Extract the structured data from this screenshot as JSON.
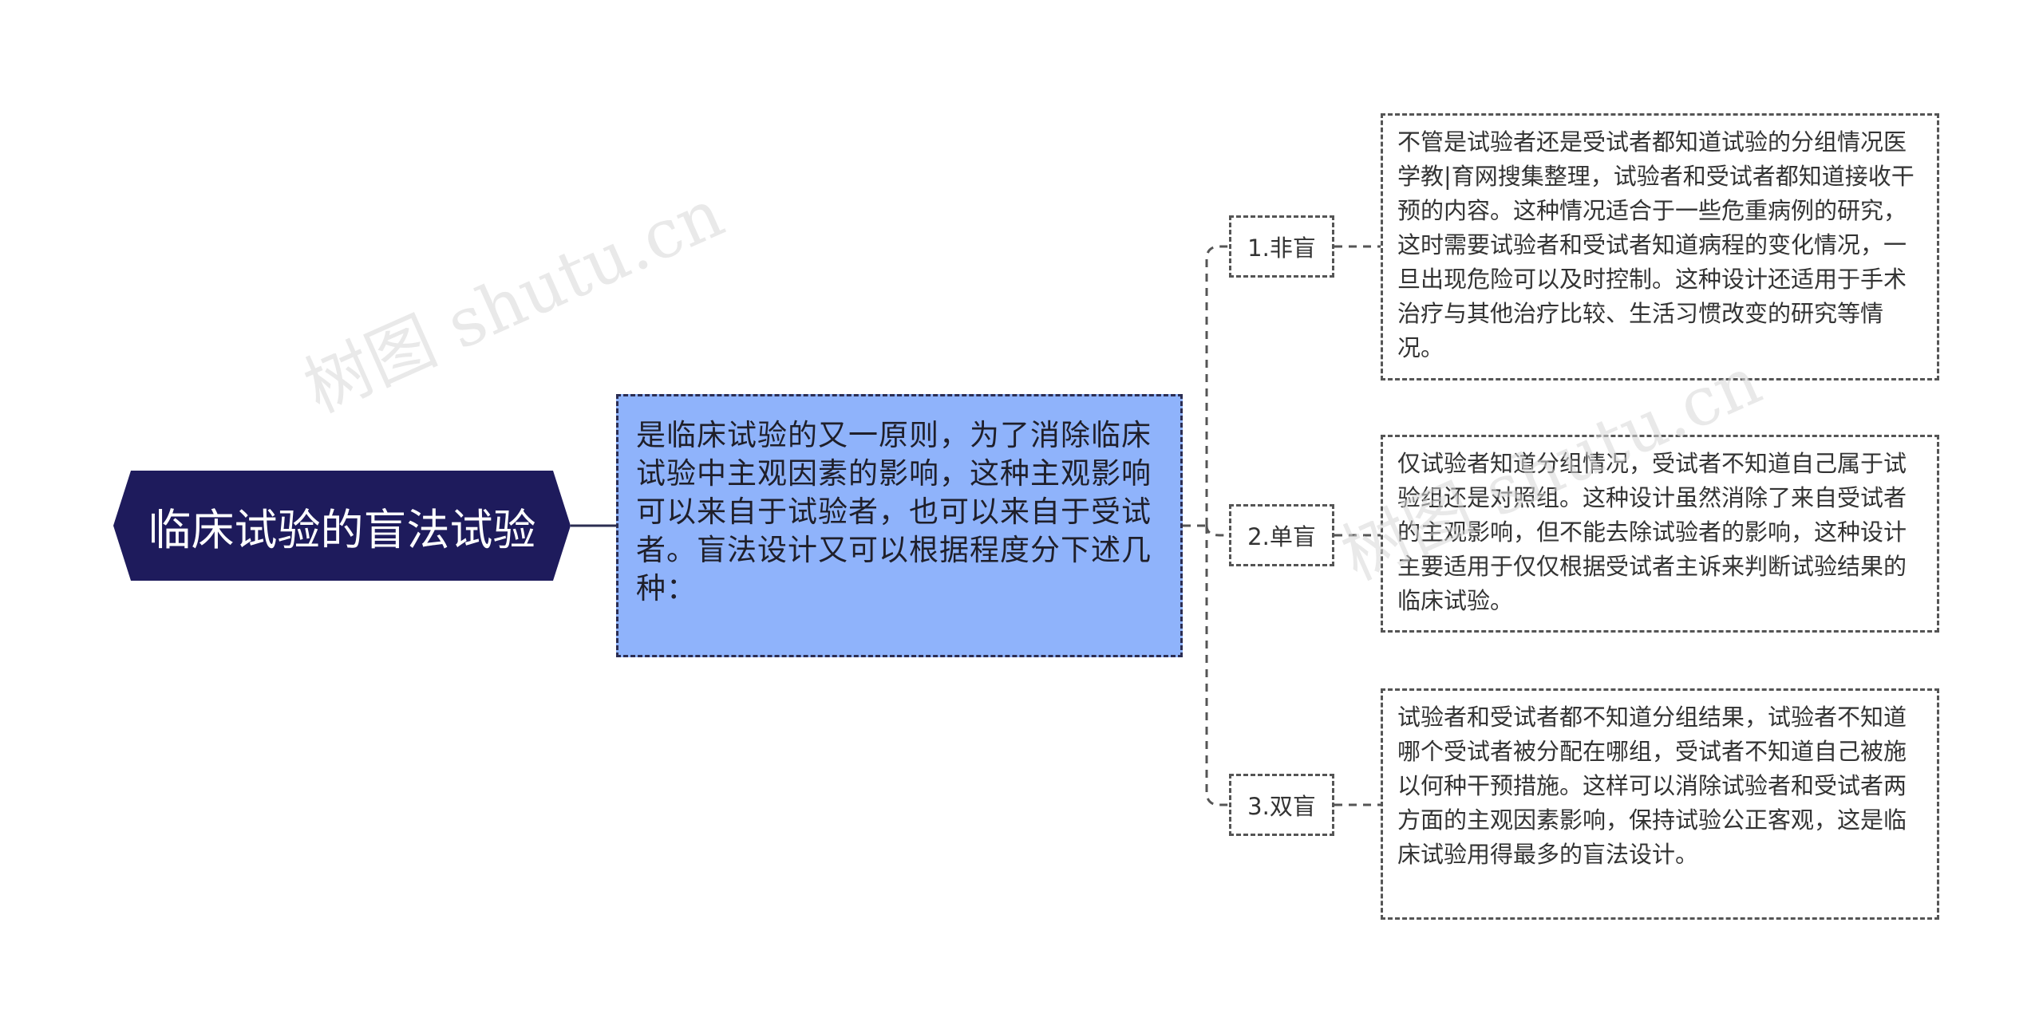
{
  "mindmap": {
    "root": {
      "label": "临床试验的盲法试验"
    },
    "center": {
      "text": "是临床试验的又一原则，为了消除临床试验中主观因素的影响，这种主观影响可以来自于试验者，也可以来自于受试者。盲法设计又可以根据程度分下述几种："
    },
    "branches": [
      {
        "label": "1.非盲",
        "detail": "不管是试验者还是受试者都知道试验的分组情况医学教|育网搜集整理，试验者和受试者都知道接收干预的内容。这种情况适合于一些危重病例的研究，这时需要试验者和受试者知道病程的变化情况，一旦出现危险可以及时控制。这种设计还适用于手术治疗与其他治疗比较、生活习惯改变的研究等情况。"
      },
      {
        "label": "2.单盲",
        "detail": "仅试验者知道分组情况，受试者不知道自己属于试验组还是对照组。这种设计虽然消除了来自受试者的主观影响，但不能去除试验者的影响，这种设计主要适用于仅仅根据受试者主诉来判断试验结果的临床试验。"
      },
      {
        "label": "3.双盲",
        "detail": "试验者和受试者都不知道分组结果，试验者不知道哪个受试者被分配在哪组，受试者不知道自己被施以何种干预措施。这样可以消除试验者和受试者两方面的主观因素影响，保持试验公正客观，这是临床试验用得最多的盲法设计。"
      }
    ]
  },
  "watermark": "树图 shutu.cn",
  "colors": {
    "root_fill": "#1e1b5c",
    "center_fill": "#8fb3fb",
    "border": "#2b2d52",
    "connector": "#555555"
  }
}
